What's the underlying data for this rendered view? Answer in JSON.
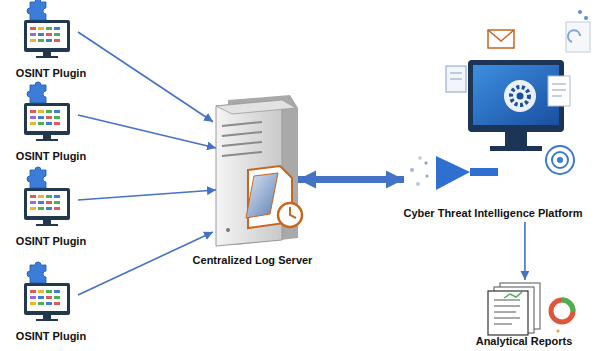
{
  "diagram": {
    "nodes": [
      {
        "text": [
          "OSINT Plugin"
        ]
      },
      {
        "text": [
          "OSINT Plugin"
        ]
      },
      {
        "text": [
          "OSINT Plugin"
        ]
      },
      {
        "text": [
          "OSINT Plugin"
        ]
      },
      {
        "text": [
          "Centralized Log Server"
        ]
      },
      {
        "text": [
          "Cyber Threat Intelligence Platform"
        ]
      },
      {
        "text": [
          "Analytical Reports"
        ]
      }
    ],
    "edges": [
      {
        "from": 0,
        "to": 4,
        "arrow": "to"
      },
      {
        "from": 1,
        "to": 4,
        "arrow": "to"
      },
      {
        "from": 2,
        "to": 4,
        "arrow": "to"
      },
      {
        "from": 3,
        "to": 4,
        "arrow": "to"
      },
      {
        "from": 4,
        "to": 5,
        "arrow": "both"
      },
      {
        "from": 5,
        "to": 6,
        "arrow": "to"
      }
    ]
  }
}
